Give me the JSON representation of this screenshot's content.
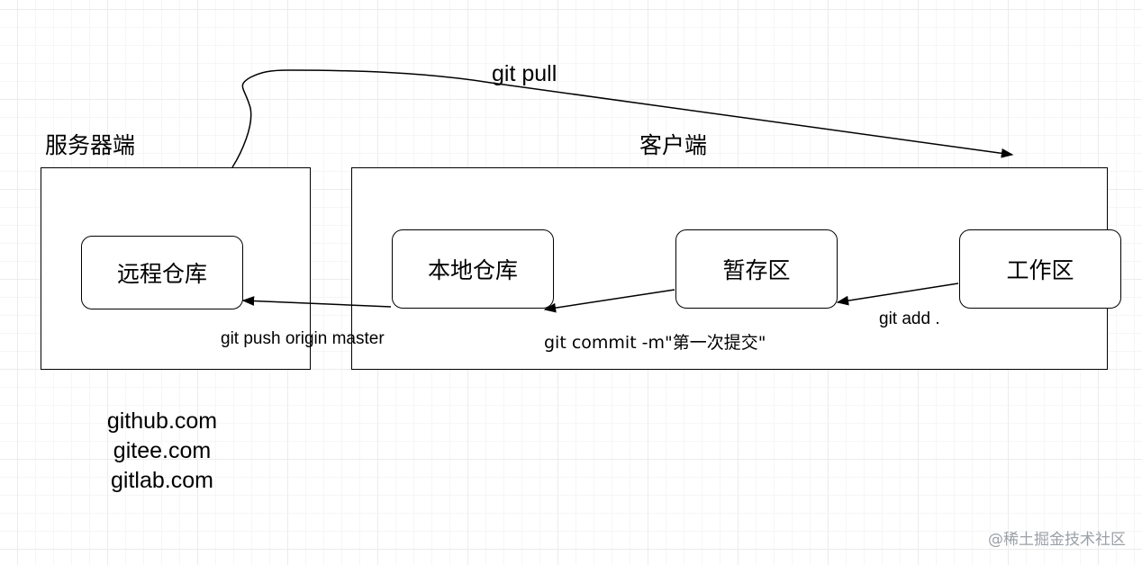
{
  "groups": {
    "server": {
      "title": "服务器端"
    },
    "client": {
      "title": "客户端"
    }
  },
  "nodes": {
    "remote_repo": "远程仓库",
    "local_repo": "本地仓库",
    "staging": "暂存区",
    "workspace": "工作区"
  },
  "edges": {
    "pull": "git pull",
    "push": "git push origin master",
    "commit": "git commit -m\"第一次提交\"",
    "add": "git add ."
  },
  "hosts": [
    "github.com",
    "gitee.com",
    "gitlab.com"
  ],
  "watermark": "@稀土掘金技术社区",
  "colors": {
    "stroke": "#000000",
    "grid": "#ececec",
    "watermark": "#9aa0a6"
  }
}
